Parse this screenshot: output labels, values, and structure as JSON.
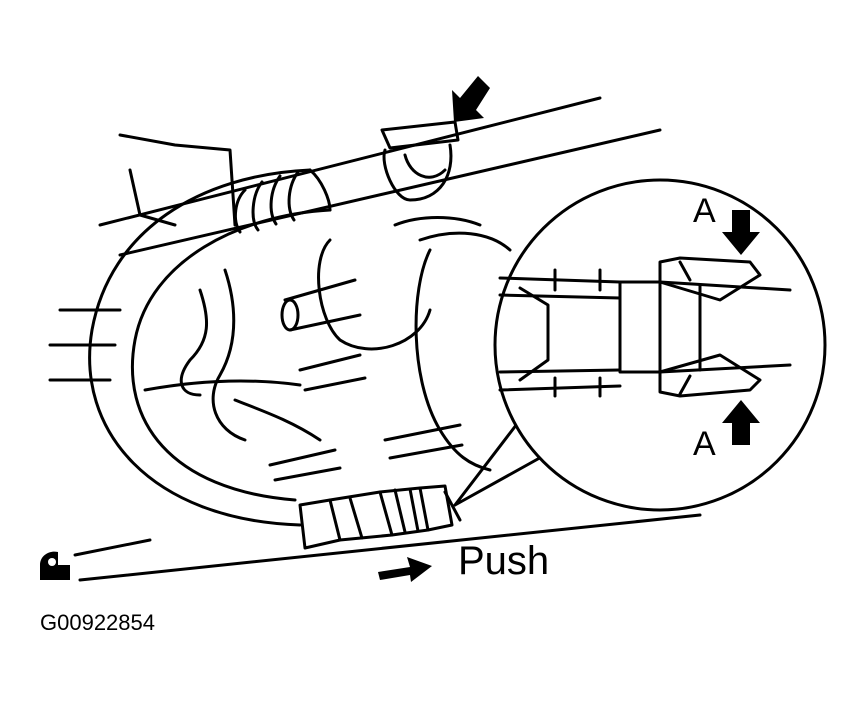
{
  "diagram": {
    "callout_top": "A",
    "callout_bottom": "A",
    "action_label": "Push",
    "figure_id": "G00922854",
    "ink_color": "#000000",
    "paper_color": "#ffffff",
    "icons": [
      "arrow-icon",
      "lh-drive-symbol-icon"
    ]
  }
}
